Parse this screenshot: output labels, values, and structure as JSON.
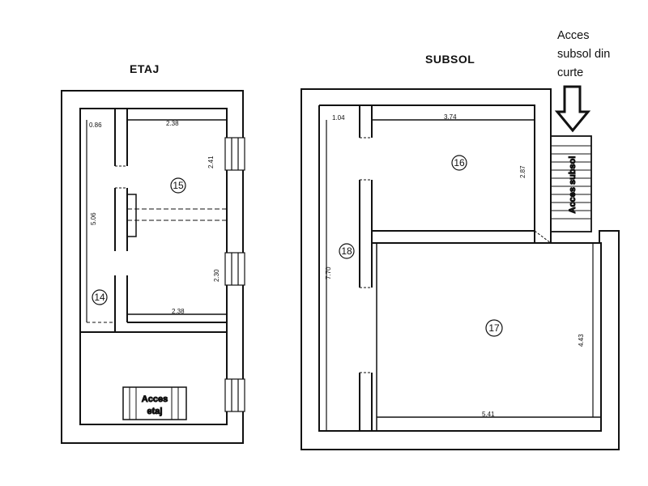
{
  "titles": {
    "etaj": "ETAJ",
    "subsol": "SUBSOL"
  },
  "access_note": {
    "line1": "Acces",
    "line2": "subsol din",
    "line3": "curte"
  },
  "etaj": {
    "dims": {
      "d1": "0.86",
      "d2": "2.38",
      "d3": "2.41",
      "d4": "5.06",
      "d5": "2.30",
      "d6": "2.38"
    },
    "rooms": {
      "r15": "15",
      "r14": "14"
    },
    "stair": {
      "line1": "Acces",
      "line2": "etaj"
    }
  },
  "subsol": {
    "dims": {
      "d1": "1.04",
      "d2": "3.74",
      "d3": "2.87",
      "d4": "7.70",
      "d5": "4.43",
      "d6": "5.41"
    },
    "rooms": {
      "r16": "16",
      "r18": "18",
      "r17": "17"
    },
    "stair": {
      "label": "Acces subsol"
    }
  }
}
